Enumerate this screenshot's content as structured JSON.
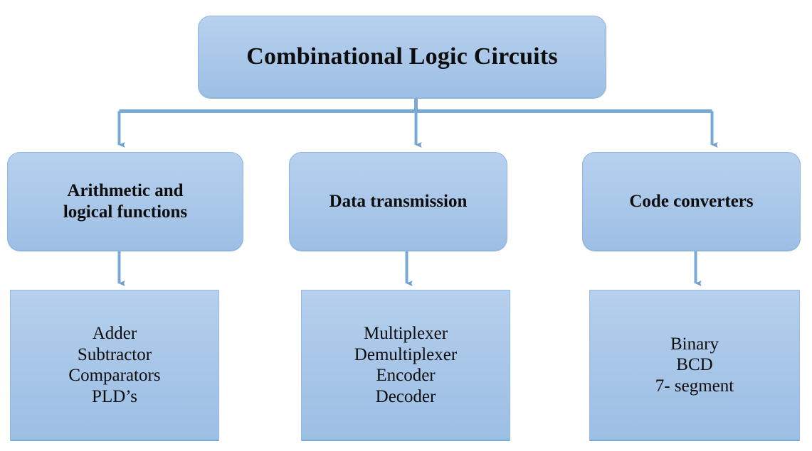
{
  "diagram": {
    "title_node": {
      "label": "Combinational Logic Circuits"
    },
    "branches": [
      {
        "heading": "Arithmetic and\nlogical functions",
        "items": "Adder\nSubtractor\nComparators\nPLD’s"
      },
      {
        "heading": "Data transmission",
        "items": "Multiplexer\nDemultiplexer\nEncoder\nDecoder"
      },
      {
        "heading": "Code converters",
        "items": "Binary\nBCD\n7- segment"
      }
    ],
    "colors": {
      "box_fill_top": "#b7d1ee",
      "box_fill_bottom": "#9dbfe4",
      "box_border": "#8fb5dd",
      "connector": "#7ba9d6",
      "text": "#0d0d0d",
      "background": "#ffffff"
    }
  }
}
